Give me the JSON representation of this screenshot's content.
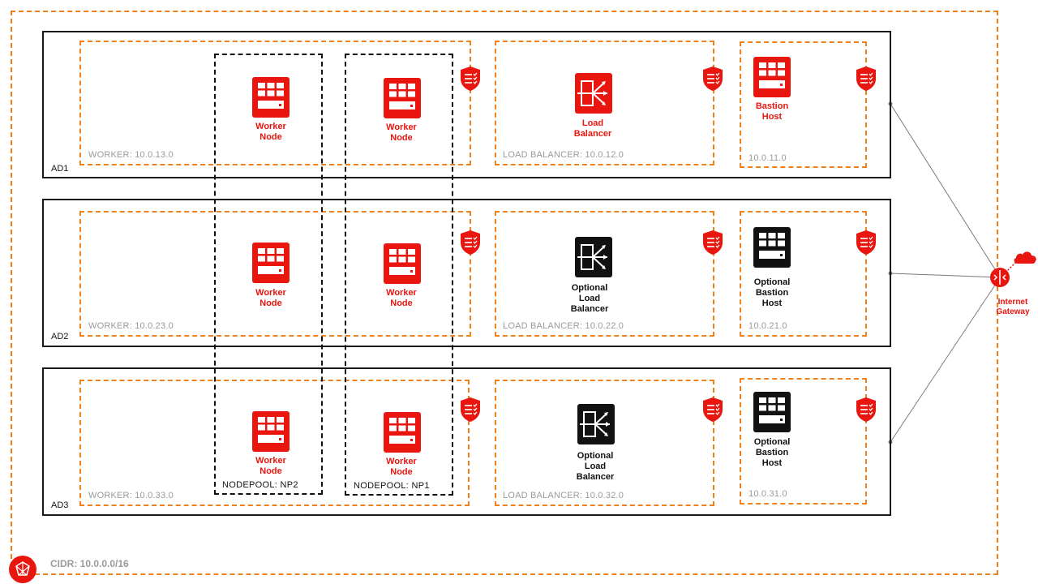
{
  "vcn": {
    "cidr": "CIDR: 10.0.0.0/16",
    "icon": "vcn-icon"
  },
  "ads": [
    {
      "label": "AD1",
      "worker_subnet": "WORKER: 10.0.13.0",
      "lb_subnet": "LOAD BALANCER: 10.0.12.0",
      "bastion_subnet": "10.0.11.0",
      "worker_np2": "Worker\nNode",
      "worker_np1": "Worker\nNode",
      "lb": "Load\nBalancer",
      "bastion": "Bastion\nHost"
    },
    {
      "label": "AD2",
      "worker_subnet": "WORKER: 10.0.23.0",
      "lb_subnet": "LOAD BALANCER:  10.0.22.0",
      "bastion_subnet": "10.0.21.0",
      "worker_np2": "Worker\nNode",
      "worker_np1": "Worker\nNode",
      "lb": "Optional\nLoad\nBalancer",
      "bastion": "Optional\nBastion\nHost"
    },
    {
      "label": "AD3",
      "worker_subnet": "WORKER: 10.0.33.0",
      "lb_subnet": "LOAD BALANCER:  10.0.32.0",
      "bastion_subnet": "10.0.31.0",
      "worker_np2": "Worker\nNode",
      "worker_np1": "Worker\nNode",
      "lb": "Optional\nLoad\nBalancer",
      "bastion": "Optional\nBastion\nHost"
    }
  ],
  "nodepools": {
    "np2": "NODEPOOL:  NP2",
    "np1": "NODEPOOL:  NP1"
  },
  "gateway": {
    "label": "Internet\nGateway",
    "icon": "internet-gateway-icon",
    "cloud_icon": "cloud-icon"
  },
  "colors": {
    "oracle_red": "#e8160f",
    "subnet_orange": "#f0801a",
    "label_gray": "#9a9a9a"
  }
}
